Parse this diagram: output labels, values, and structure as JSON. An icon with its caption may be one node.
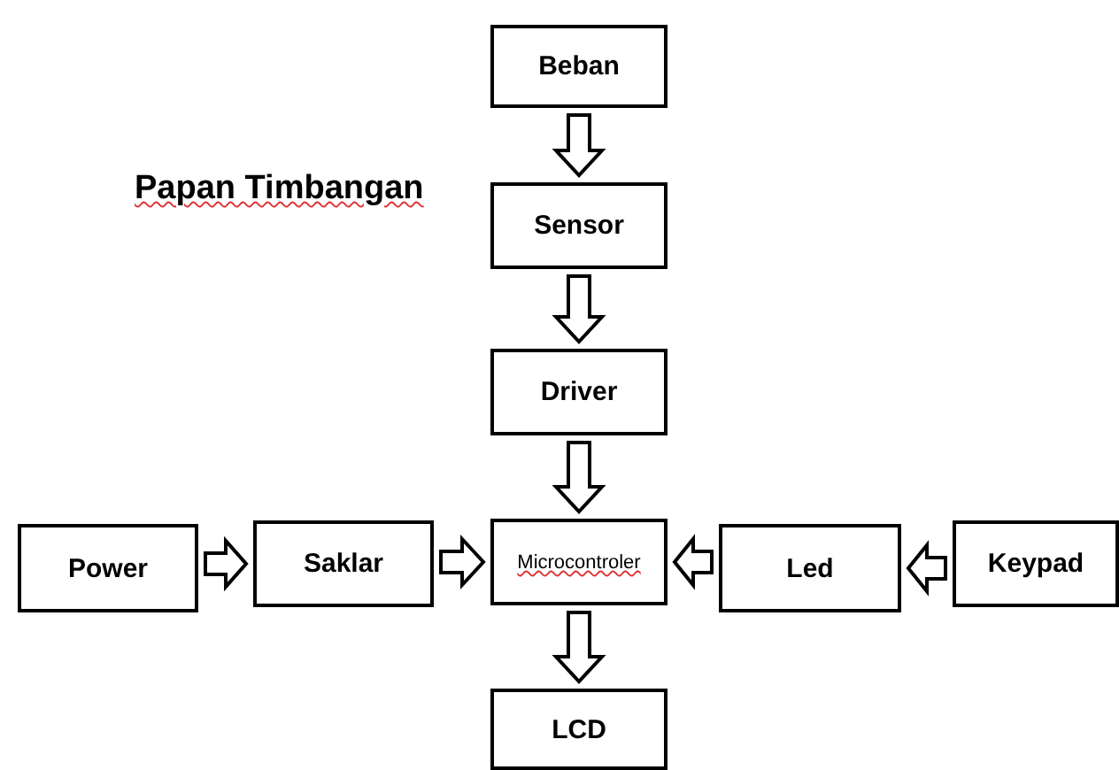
{
  "diagram": {
    "title": "Papan Timbangan",
    "nodes": [
      {
        "text": [
          "Beban"
        ]
      },
      {
        "text": [
          "Sensor"
        ]
      },
      {
        "text": [
          "Driver"
        ]
      },
      {
        "text": [
          "Microcontroler"
        ]
      },
      {
        "text": [
          "LCD"
        ]
      },
      {
        "text": [
          "Power"
        ]
      },
      {
        "text": [
          "Saklar"
        ]
      },
      {
        "text": [
          "Led"
        ]
      },
      {
        "text": [
          "Keypad"
        ]
      }
    ],
    "edges": [
      {
        "from": 0,
        "to": 1,
        "arrow": "to"
      },
      {
        "from": 1,
        "to": 2,
        "arrow": "to"
      },
      {
        "from": 2,
        "to": 3,
        "arrow": "to"
      },
      {
        "from": 3,
        "to": 4,
        "arrow": "to"
      },
      {
        "from": 5,
        "to": 6,
        "arrow": "to"
      },
      {
        "from": 6,
        "to": 3,
        "arrow": "to"
      },
      {
        "from": 8,
        "to": 7,
        "arrow": "to"
      },
      {
        "from": 7,
        "to": 3,
        "arrow": "to"
      }
    ]
  }
}
